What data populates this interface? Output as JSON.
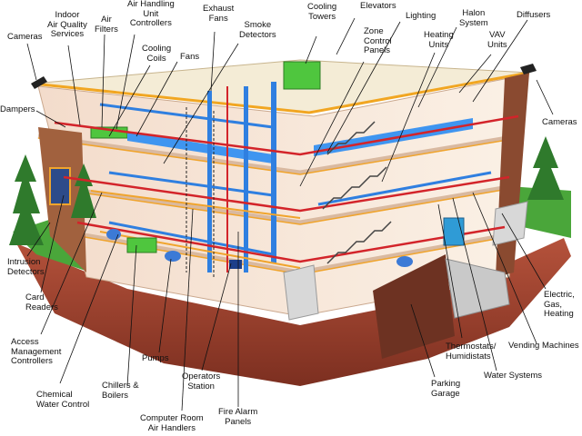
{
  "labels": {
    "cameras_left": "Cameras",
    "indoor_air_quality": "Indoor\nAir Quality\nServices",
    "air_filters": "Air\nFilters",
    "air_handling_unit": "Air Handling\nUnit\nControllers",
    "cooling_coils": "Cooling\nCoils",
    "fans": "Fans",
    "exhaust_fans": "Exhaust\nFans",
    "smoke_detectors": "Smoke\nDetectors",
    "cooling_towers": "Cooling\nTowers",
    "elevators": "Elevators",
    "zone_control_panels": "Zone\nControl\nPanels",
    "lighting": "Lighting",
    "heating_units": "Heating\nUnits",
    "halon_system": "Halon\nSystem",
    "vav_units": "VAV\nUnits",
    "diffusers": "Diffusers",
    "dampers": "Dampers",
    "cameras_right": "Cameras",
    "intrusion_detectors": "Intrusion\nDetectors",
    "card_readers": "Card\nReaders",
    "access_management": "Access\nManagement\nControllers",
    "chemical_water": "Chemical\nWater Control",
    "chillers_boilers": "Chillers &\nBoilers",
    "pumps": "Pumps",
    "computer_room": "Computer Room\nAir Handlers",
    "operators_station": "Operators\nStation",
    "fire_alarm": "Fire Alarm\nPanels",
    "parking_garage": "Parking\nGarage",
    "thermostats": "Thermostats/\nHumidistats",
    "water_systems": "Water Systems",
    "vending_machines": "Vending Machines",
    "electric_gas": "Electric,\nGas,\nHeating"
  },
  "colors": {
    "duct_blue": "#2f7fe0",
    "pipe_red": "#d3242a",
    "conduit_orange": "#f0a42c",
    "equipment_green": "#4fc63e",
    "ground_brown": "#8a3b2a",
    "floor_cream": "#f6eadc"
  }
}
